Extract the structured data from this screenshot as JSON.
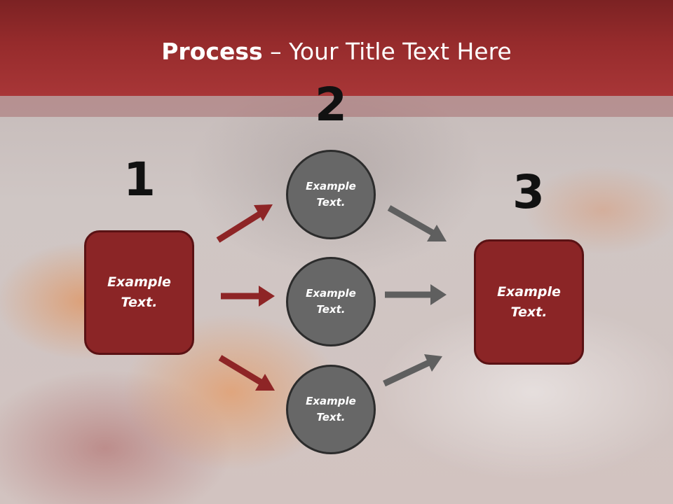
{
  "slide": {
    "title_bold": "Process",
    "title_rest": " – Your Title Text Here"
  },
  "steps": [
    {
      "number": "1",
      "text_line1": "Example",
      "text_line2": "Text."
    },
    {
      "number": "2"
    },
    {
      "number": "3",
      "text_line1": "Example",
      "text_line2": "Text."
    }
  ],
  "circles": [
    {
      "text_line1": "Example",
      "text_line2": "Text."
    },
    {
      "text_line1": "Example",
      "text_line2": "Text."
    },
    {
      "text_line1": "Example",
      "text_line2": "Text."
    }
  ],
  "colors": {
    "header": "#962b2c",
    "box_fill": "#8b2526",
    "circle_fill": "#676767",
    "red_arrow": "#8e2526",
    "gray_arrow": "#5f5f5f"
  }
}
